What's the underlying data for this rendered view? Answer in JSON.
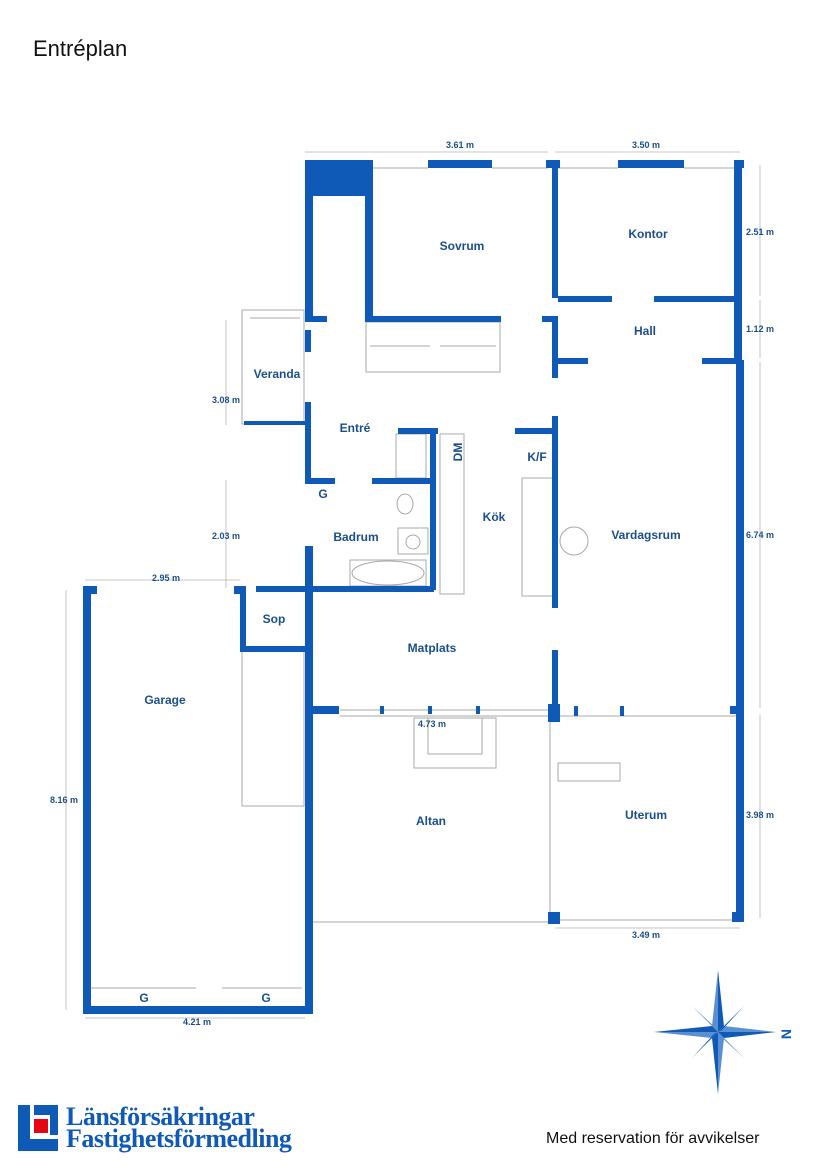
{
  "title": "Entréplan",
  "rooms": {
    "sovrum": "Sovrum",
    "kontor": "Kontor",
    "hall": "Hall",
    "veranda": "Veranda",
    "entre": "Entré",
    "dm": "DM",
    "kf": "K/F",
    "kok": "Kök",
    "g1": "G",
    "badrum": "Badrum",
    "vardagsrum": "Vardagsrum",
    "sop": "Sop",
    "matplats": "Matplats",
    "garage": "Garage",
    "altan": "Altan",
    "uterum": "Uterum",
    "g2": "G",
    "g3": "G"
  },
  "dimensions": {
    "top_sovrum": "3.61 m",
    "top_kontor": "3.50 m",
    "right_kontor": "2.51 m",
    "right_hall": "1.12 m",
    "right_vardagsrum": "6.74 m",
    "right_uterum": "3.98 m",
    "left_veranda": "3.08 m",
    "left_badrum": "2.03 m",
    "top_garage": "2.95 m",
    "left_garage": "8.16 m",
    "bottom_garage": "4.21 m",
    "mid_altan": "4.73 m",
    "bottom_uterum": "3.49 m"
  },
  "compass": {
    "label": "N",
    "icon": "compass-rose-icon"
  },
  "logo": {
    "line1": "Länsförsäkringar",
    "line2": "Fastighetsförmedling",
    "icon": "lansforsakringar-logo-icon"
  },
  "disclaimer": "Med reservation för avvikelser",
  "colors": {
    "wall": "#0f5ab6",
    "label": "#1a4f8c",
    "logo_red": "#e30613"
  }
}
